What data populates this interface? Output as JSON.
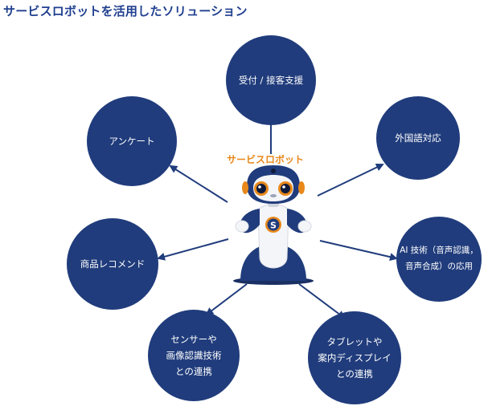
{
  "title": "サービスロボットを活用したソリューション",
  "center": {
    "label": "サービスロボット",
    "badge": "S"
  },
  "nodes": {
    "reception": [
      "受付 / 接客支援"
    ],
    "multilingual": [
      "外国語対応"
    ],
    "ai": [
      "AI 技術（音声認識，",
      "音声合成）の応用"
    ],
    "tablet": [
      "タブレットや",
      "案内ディスプレイ",
      "との連携"
    ],
    "sensor": [
      "センサーや",
      "画像認識技術",
      "との連携"
    ],
    "recommend": [
      "商品レコメンド"
    ],
    "survey": [
      "アンケート"
    ]
  },
  "colors": {
    "node": "#203c7c",
    "accent": "#e8881a",
    "title": "#1f3f8f"
  }
}
